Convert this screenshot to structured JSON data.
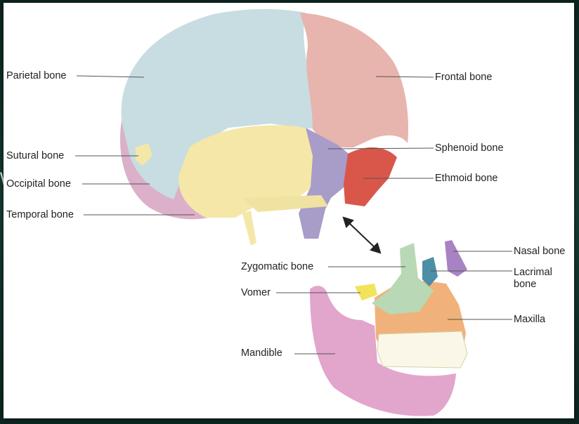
{
  "labels": {
    "parietal": "Parietal bone",
    "frontal": "Frontal bone",
    "sutural": "Sutural bone",
    "sphenoid": "Sphenoid bone",
    "occipital": "Occipital bone",
    "ethmoid": "Ethmoid bone",
    "temporal": "Temporal bone",
    "nasal": "Nasal bone",
    "zygomatic": "Zygomatic bone",
    "lacrimal": "Lacrimal bone",
    "vomer": "Vomer",
    "maxilla": "Maxilla",
    "mandible": "Mandible"
  },
  "colors": {
    "parietal": "#c7dde2",
    "frontal": "#e8b4ae",
    "occipital": "#dcb0c9",
    "temporal": "#f5e7a8",
    "sphenoid": "#a89cc9",
    "ethmoid": "#d9574a",
    "zygomatic": "#b9d8b5",
    "lacrimal": "#4d8fa6",
    "nasal": "#a883c4",
    "maxilla": "#f0b27a",
    "mandible": "#e2a5cb",
    "vomer": "#f2e35a",
    "teeth": "#fbf7e8",
    "leader_line": "#555555",
    "frame": "#163a32"
  }
}
